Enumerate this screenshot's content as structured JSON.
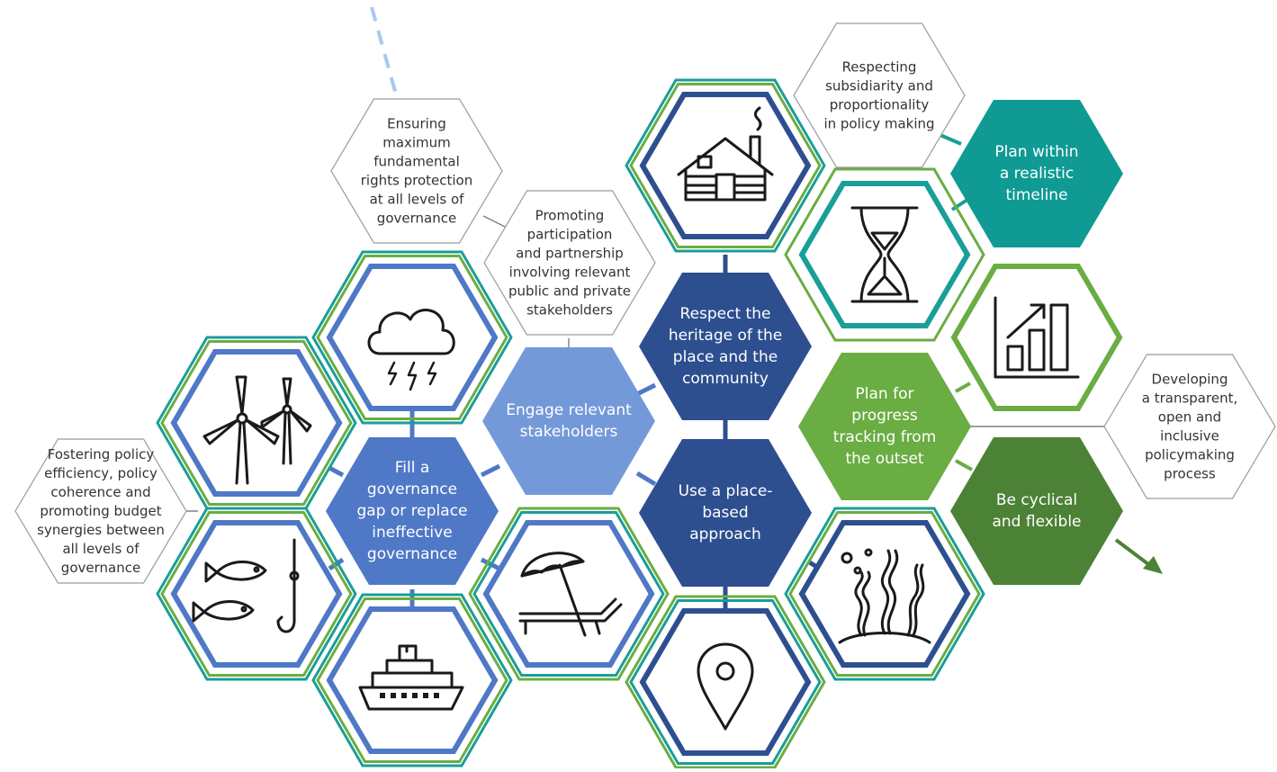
{
  "colors": {
    "teal_dark": "#0f9a94",
    "teal_outline": "#1a9e98",
    "green_light": "#6aad43",
    "green_dark": "#4c8236",
    "navy": "#2e4f8f",
    "blue_mid": "#4f78c6",
    "blue_light": "#7499d8",
    "dashed_blue": "#a8c8ee",
    "outline_grey": "#9a9a9a"
  },
  "principles": {
    "respect_heritage": "Respect the heritage of the place and the community",
    "engage_stakeholders": "Engage relevant stakeholders",
    "fill_gap": "Fill a governance gap or replace ineffective governance",
    "place_based": "Use a place-based approach",
    "realistic_timeline": "Plan within a realistic timeline",
    "progress_tracking": "Plan for progress tracking from the outset",
    "cyclical": "Be cyclical and flexible"
  },
  "enablers": {
    "fundamental_rights": "Ensuring maximum fundamental rights protection at all levels of governance",
    "participation": "Promoting participation and partnership involving relevant public and private stakeholders",
    "subsidiarity": "Respecting subsidiarity and proportionality in policy making",
    "transparency": "Developing a transparent, open and inclusive policymaking process",
    "efficiency": "Fostering policy efficiency, policy coherence and promoting budget synergies between all levels of governance"
  },
  "icons": [
    "cabin-icon",
    "hourglass-icon",
    "bar-chart-growth-icon",
    "cloud-storm-icon",
    "wind-turbine-icon",
    "fish-hook-icon",
    "cruise-ship-icon",
    "beach-lounger-icon",
    "location-pin-icon",
    "seaweed-icon"
  ]
}
